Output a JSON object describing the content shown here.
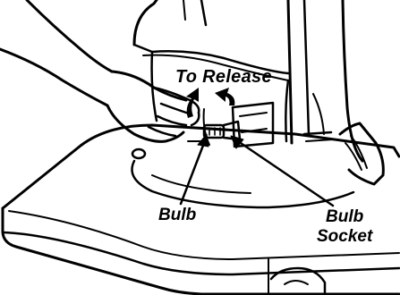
{
  "diagram": {
    "labels": {
      "to_release": "To Release",
      "bulb": "Bulb",
      "bulb_socket_line1": "Bulb",
      "bulb_socket_line2": "Socket"
    },
    "ink_color": "#000000",
    "paper_color": "#ffffff"
  }
}
